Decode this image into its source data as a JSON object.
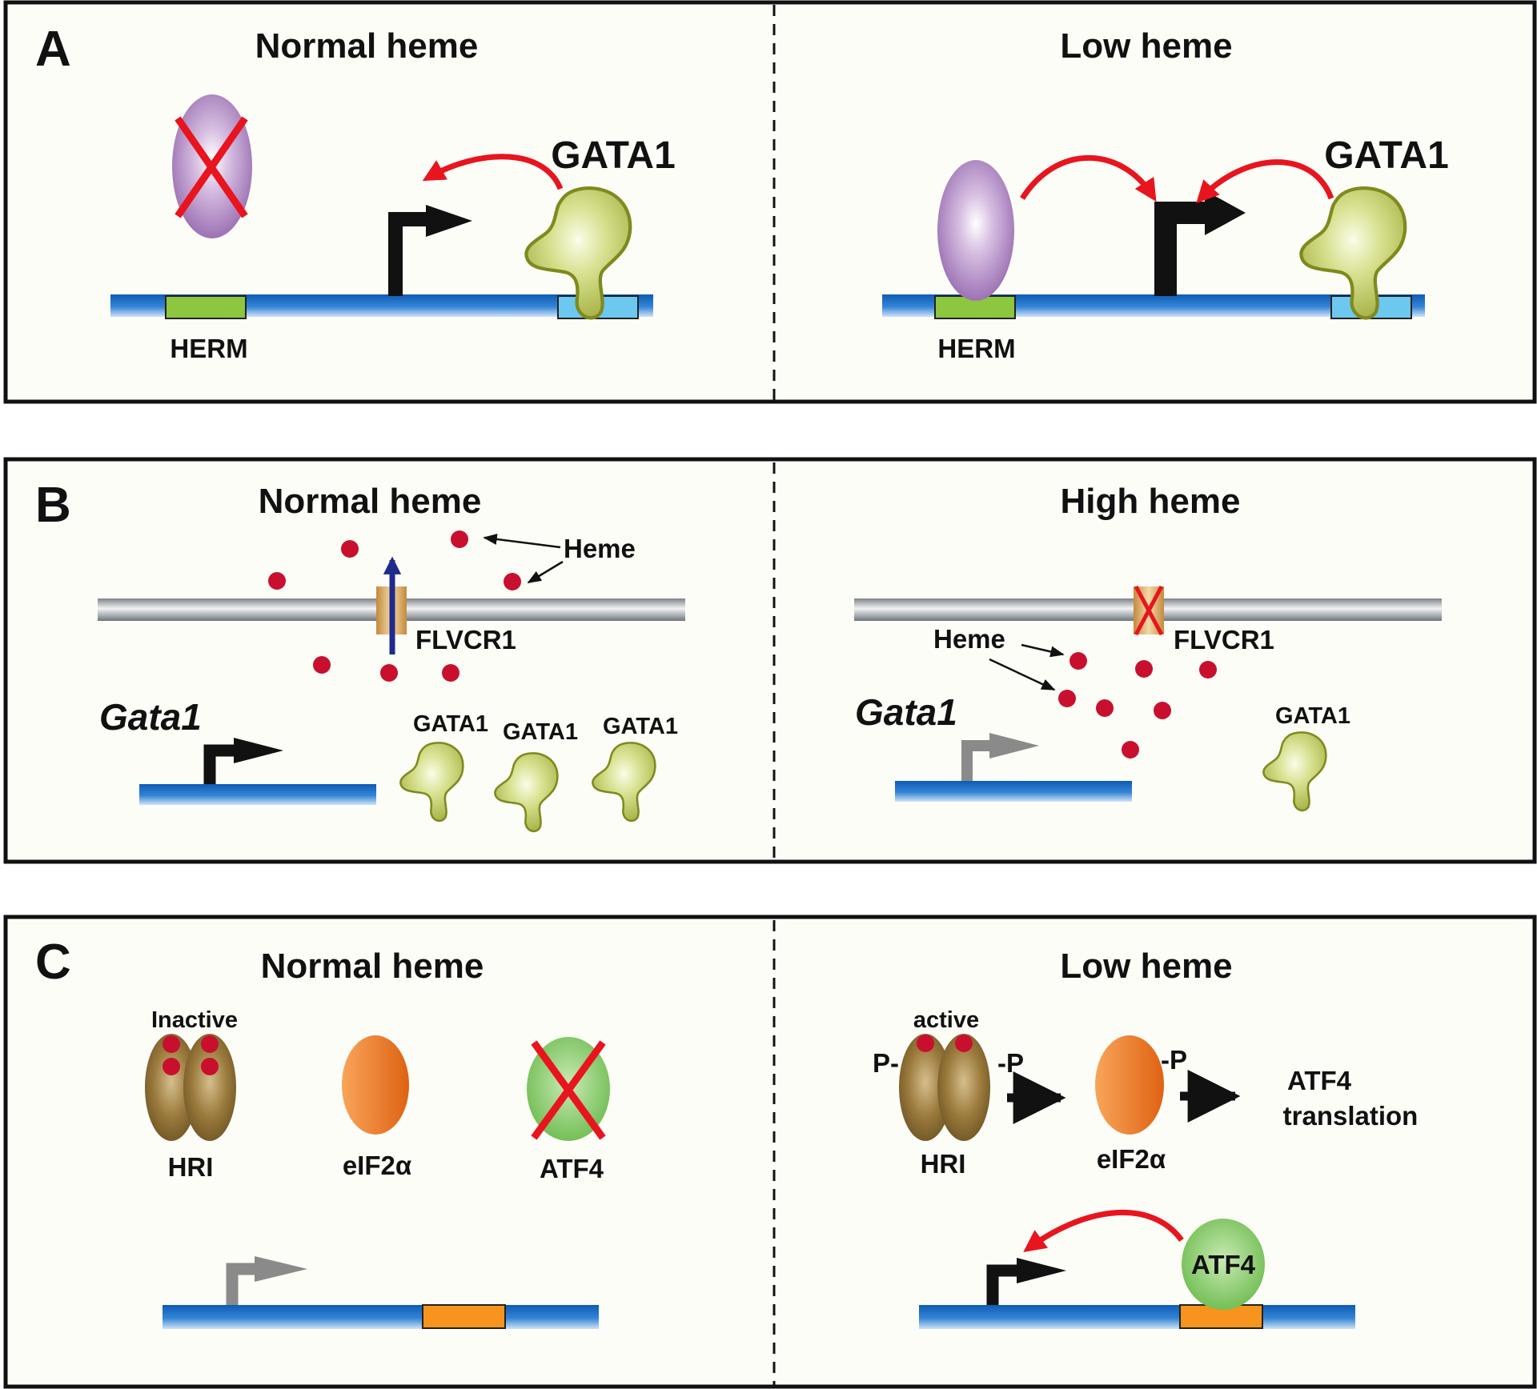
{
  "panels": {
    "a": {
      "letter": "A",
      "left_title": "Normal heme",
      "right_title": "Low heme",
      "herm_label": "HERM",
      "gata1_label": "GATA1"
    },
    "b": {
      "letter": "B",
      "left_title": "Normal heme",
      "right_title": "High heme",
      "heme_label": "Heme",
      "flvcr1_label": "FLVCR1",
      "gene_label": "Gata1",
      "gata1_label": "GATA1"
    },
    "c": {
      "letter": "C",
      "left_title": "Normal heme",
      "right_title": "Low heme",
      "inactive_label": "Inactive",
      "active_label": "active",
      "hri_label": "HRI",
      "eif2a_label": "eIF2α",
      "atf4_label": "ATF4",
      "p_left": "P-",
      "p_right": "-P",
      "translation_line1": "ATF4",
      "translation_line2": "translation"
    }
  },
  "colors": {
    "panel_background": "#fdfdf7",
    "dna_blue": "#1a6cc0",
    "inhibition_red": "#e8141e",
    "activation_arrow_red": "#e8141e",
    "heme_red": "#c8102e",
    "herm_green": "#8dc63f",
    "gata_site_cyan": "#6cc8ee",
    "atf4_site_orange": "#f7941d",
    "gata1_protein": "#c9d67a",
    "herm_protein_purple": "#a77cba",
    "hri_brown": "#8b6a2a",
    "eif2a_orange": "#f07a1e",
    "atf4_green": "#8ccc6a",
    "export_arrow_blue": "#1f2a8c",
    "flvcr1_tan": "#d6a65e",
    "membrane_gray": "#9aa0a4"
  }
}
